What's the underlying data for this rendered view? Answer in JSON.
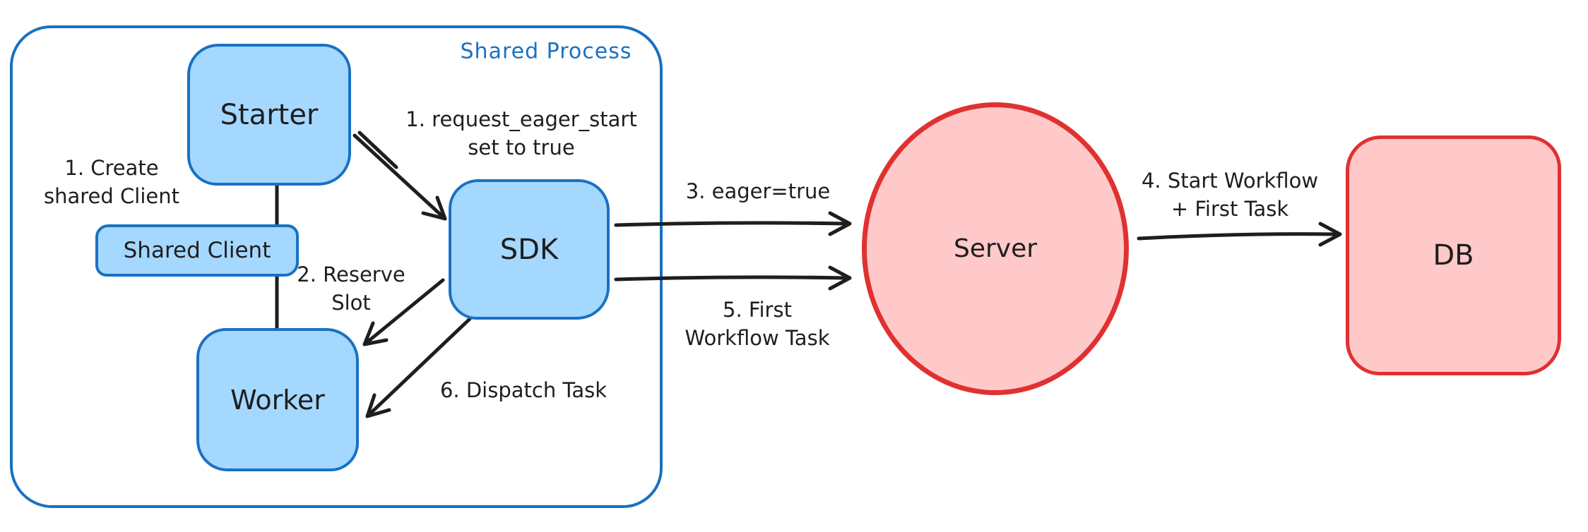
{
  "diagram": {
    "container": {
      "label": "Shared Process"
    },
    "nodes": {
      "starter": {
        "label": "Starter"
      },
      "shared_client": {
        "label": "Shared Client"
      },
      "worker": {
        "label": "Worker"
      },
      "sdk": {
        "label": "SDK"
      },
      "server": {
        "label": "Server"
      },
      "db": {
        "label": "DB"
      }
    },
    "annotations": {
      "create_shared_client": {
        "line1": "1. Create",
        "line2": "shared Client"
      },
      "request_eager_start": {
        "line1": "1. request_eager_start",
        "line2": "set to true"
      },
      "reserve_slot": {
        "line1": "2. Reserve",
        "line2": "Slot"
      },
      "eager_true": {
        "line1": "3. eager=true"
      },
      "start_workflow": {
        "line1": "4. Start Workflow",
        "line2": "+ First Task"
      },
      "first_workflow_task": {
        "line1": "5. First",
        "line2": "Workflow Task"
      },
      "dispatch_task": {
        "line1": "6. Dispatch Task"
      }
    },
    "edges": [
      {
        "from": "starter",
        "to": "shared_client_worker",
        "label": "1. Create shared Client",
        "style": "line"
      },
      {
        "from": "starter",
        "to": "sdk",
        "label": "1. request_eager_start set to true",
        "style": "arrow"
      },
      {
        "from": "sdk",
        "to": "worker",
        "label": "2. Reserve Slot",
        "style": "arrow"
      },
      {
        "from": "sdk",
        "to": "server",
        "label": "3. eager=true",
        "style": "arrow"
      },
      {
        "from": "server",
        "to": "db",
        "label": "4. Start Workflow + First Task",
        "style": "arrow"
      },
      {
        "from": "sdk",
        "to": "server",
        "label": "5. First Workflow Task",
        "style": "arrow"
      },
      {
        "from": "sdk",
        "to": "worker",
        "label": "6. Dispatch Task",
        "style": "arrow"
      }
    ],
    "colors": {
      "blue_stroke": "#1971c2",
      "blue_fill": "#a5d8ff",
      "red_stroke": "#e03131",
      "red_fill": "#ffc9c9",
      "ink": "#1e1e1e",
      "background": "#ffffff"
    }
  }
}
